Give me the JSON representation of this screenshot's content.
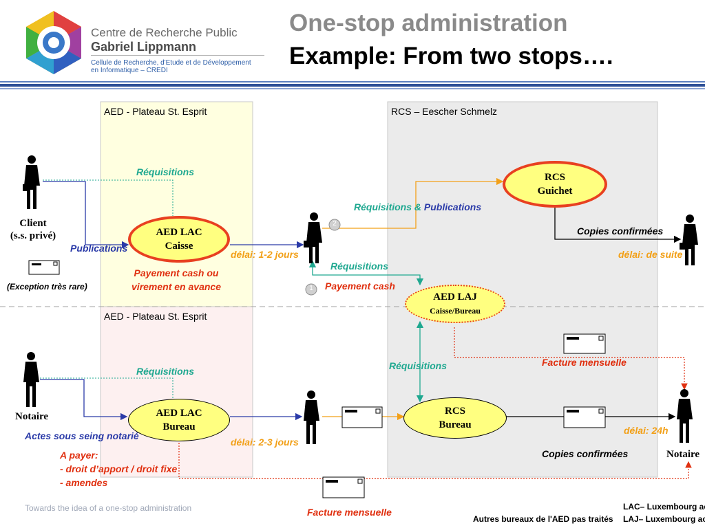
{
  "header": {
    "logo_line1": "Centre de Recherche Public",
    "logo_line2": "Gabriel Lippmann",
    "logo_line3": "Cellule de Recherche, d'Etude et de Développement",
    "logo_line4": "en Informatique – CREDI",
    "title_line1": "One-stop administration",
    "title_line2": "Example: From two stops…."
  },
  "regions": {
    "aed_top": "AED - Plateau St. Esprit",
    "aed_bottom": "AED - Plateau St. Esprit",
    "rcs": "RCS – Eescher Schmelz"
  },
  "nodes": {
    "aed_lac_caisse": [
      "AED LAC",
      "Caisse"
    ],
    "rcs_guichet": [
      "RCS",
      "Guichet"
    ],
    "aed_laj": [
      "AED LAJ",
      "Caisse/Bureau"
    ],
    "aed_lac_bureau": [
      "AED LAC",
      "Bureau"
    ],
    "rcs_bureau": [
      "RCS",
      "Bureau"
    ]
  },
  "people": {
    "client_line1": "Client",
    "client_line2": "(s.s. privé)",
    "exception": "(Exception très rare)",
    "notaire_left": "Notaire",
    "notaire_right": "Notaire"
  },
  "labels": {
    "req_top": "Réquisitions",
    "publications": "Publications",
    "payement_line1": "Payement cash ou",
    "payement_line2": "virement en avance",
    "delai_12": "délai: 1-2 jours",
    "req_pub_a": "Réquisitions & ",
    "req_pub_b": "Publications",
    "req_mid": "Réquisitions",
    "payement_cash": "Payement cash",
    "copies_top": "Copies confirmées",
    "delai_suite": "délai: de suite",
    "facture_mens_right": "Facture mensuelle",
    "req_lower_left": "Réquisitions",
    "req_lower_mid": "Réquisitions",
    "actes": "Actes sous seing notarié",
    "apayer1": "A payer:",
    "apayer2": "- droit d’apport / droit fixe",
    "apayer3": "- amendes",
    "delai_23": "délai: 2-3 jours",
    "delai_24": "délai: 24h",
    "copies_bottom": "Copies confirmées",
    "facture_mens_bottom": "Facture mensuelle",
    "step1": "1",
    "step2": "2"
  },
  "footer": {
    "left": "Towards the idea of a one-stop administration",
    "autres": "Autres bureaux de l'AED pas traités",
    "lac": "LAC– Luxembourg ac",
    "laj": "LAJ– Luxembourg act"
  },
  "colors": {
    "blue": "#2a3aa8",
    "green": "#1fa890",
    "orange": "#f2a018",
    "red": "#e03010",
    "oval_fill": "#ffff80",
    "rcs_panel": "#ebebeb",
    "aed_top_panel": "#ffffe0",
    "aed_bottom_panel": "#fdf0f0"
  }
}
